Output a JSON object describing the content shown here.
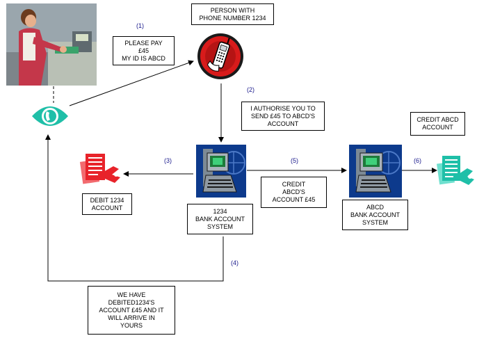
{
  "boxes": {
    "please_pay": [
      "PLEASE PAY",
      "£45",
      "MY ID IS ABCD"
    ],
    "person": [
      "PERSON WITH",
      "PHONE NUMBER 1234"
    ],
    "authorise": [
      "I AUTHORISE YOU TO",
      "SEND £45 TO ABCD'S",
      "ACCOUNT"
    ],
    "credit_abcd": [
      "CREDIT ABCD",
      "ACCOUNT"
    ],
    "debit_1234": [
      "DEBIT 1234",
      "ACCOUNT"
    ],
    "bank_1234": [
      "1234",
      "BANK ACCOUNT",
      "SYSTEM"
    ],
    "credit_transfer": [
      "CREDIT",
      "ABCD'S",
      "ACCOUNT £45"
    ],
    "bank_abcd": [
      "ABCD",
      "BANK ACCOUNT",
      "SYSTEM"
    ],
    "debited": [
      "WE HAVE",
      "DEBITED1234'S",
      "ACCOUNT £45 AND IT",
      "WILL ARRIVE IN",
      "YOURS"
    ]
  },
  "steps": {
    "s1": "(1)",
    "s2": "(2)",
    "s3": "(3)",
    "s4": "(4)",
    "s5": "(5)",
    "s6": "(6)"
  },
  "colors": {
    "phone_red": "#d81b1b",
    "doc_red": "#e8232a",
    "doc_teal": "#1fbfa8",
    "eye_teal": "#1fbfa8",
    "terminal_blue": "#0d3a8c",
    "step_blue": "#1a1a8c"
  },
  "icons": [
    "cashier-clipart-icon",
    "eye-phone-icon",
    "mobile-phone-icon",
    "debit-document-icon",
    "bank-terminal-icon",
    "credit-document-icon"
  ]
}
